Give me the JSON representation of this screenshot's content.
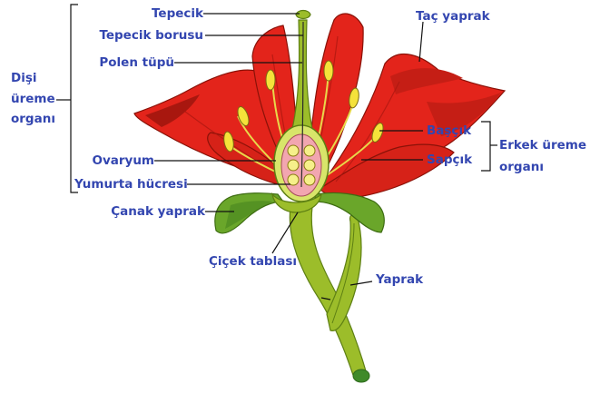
{
  "labels": {
    "tepecik": "Tepecik",
    "tepecik_borusu": "Tepecik borusu",
    "polen_tupu": "Polen tüpü",
    "ovaryum": "Ovaryum",
    "yumurta_hucresi": "Yumurta hücresi",
    "canak_yaprak": "Çanak yaprak",
    "cicek_tablasi": "Çiçek tablası",
    "tac_yaprak": "Taç yaprak",
    "bascik": "Başçık",
    "sapcik": "Sapçık",
    "yaprak": "Yaprak",
    "disi_line1": "Dişi",
    "disi_line2": "üreme",
    "disi_line3": "organı",
    "erkek_line1": "Erkek üreme",
    "erkek_line2": "organı"
  },
  "colors": {
    "label_text": "#3346b0",
    "petal_red": "#e3241b",
    "petal_dark_red": "#a8170f",
    "stem_green": "#9cbd2a",
    "stem_dark_green": "#5d7f13",
    "sepal_green": "#6aa62a",
    "anther_yellow": "#f5e23a",
    "ovary_pink": "#f2a6b0",
    "ovule_yellow": "#f6f08a"
  }
}
